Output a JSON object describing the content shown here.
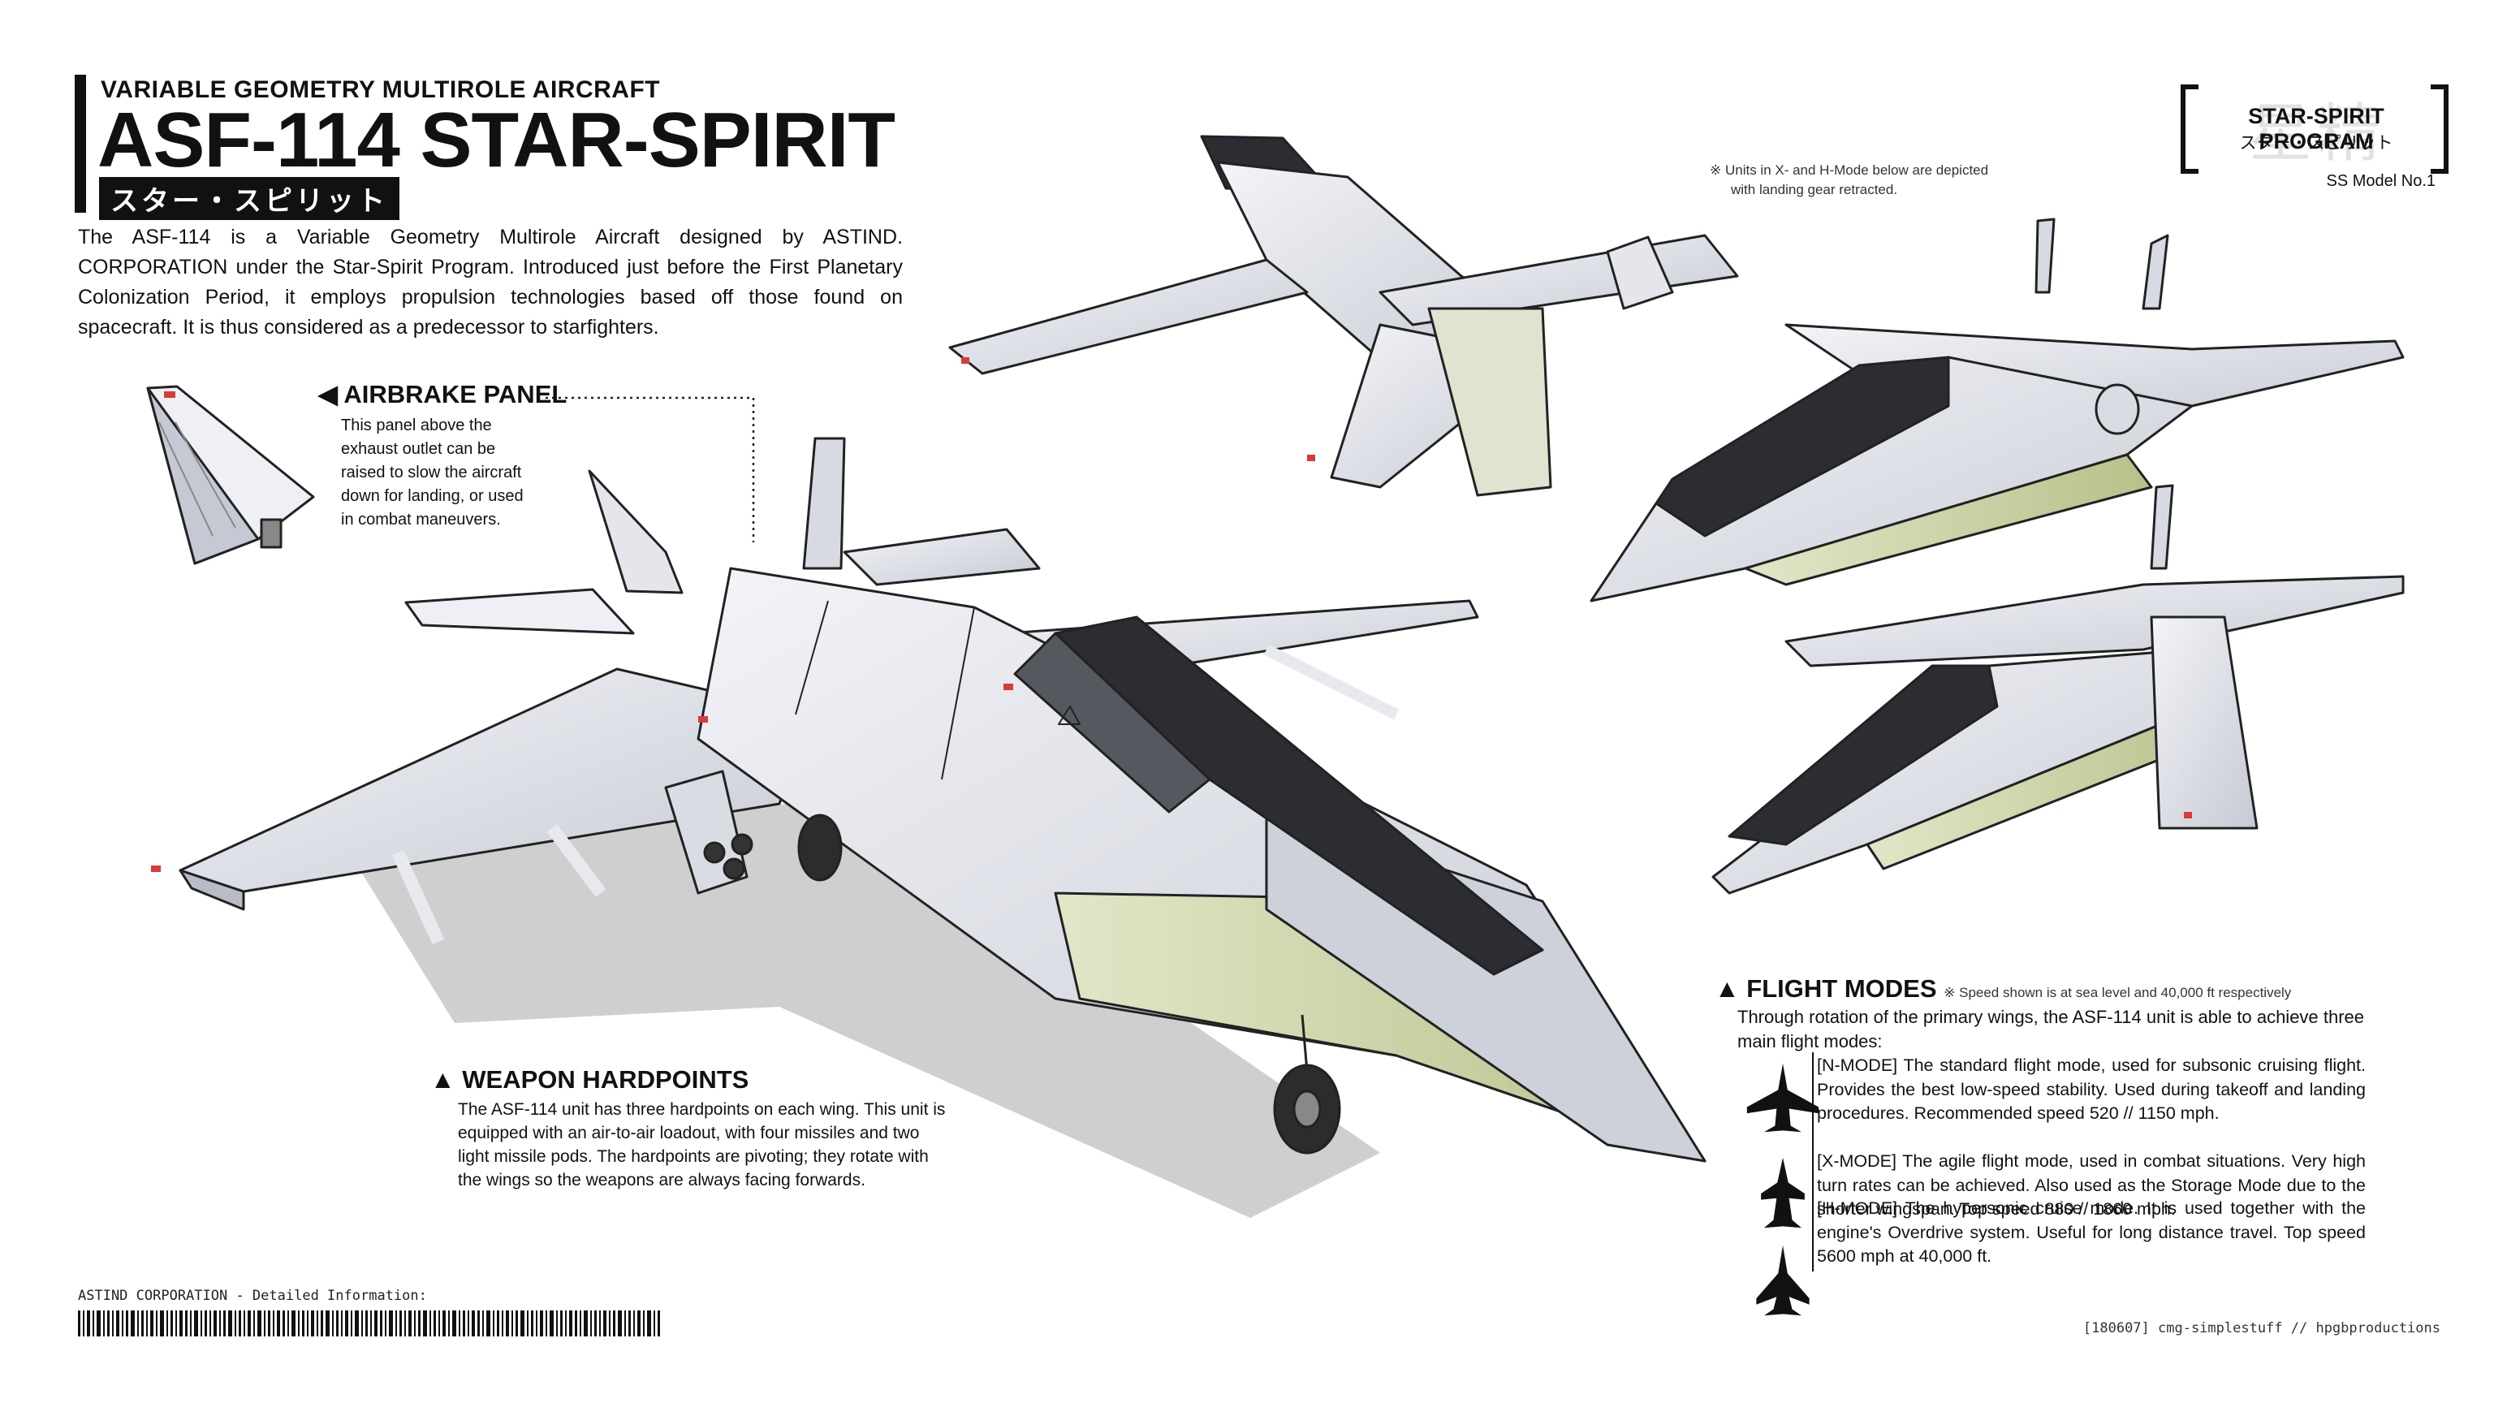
{
  "header": {
    "subtitle": "VARIABLE GEOMETRY MULTIROLE AIRCRAFT",
    "title": "ASF-114 STAR-SPIRIT",
    "jp_name": "スター・スピリット",
    "intro": "The ASF-114 is a Variable Geometry Multirole Aircraft designed by ASTIND. CORPORATION under the Star-Spirit Program. Introduced just before the First Planetary Colonization Period, it employs propulsion technologies based off those found on spacecraft. It is thus considered as a predecessor to starfighters."
  },
  "program": {
    "bg_kanji": "星精",
    "name": "STAR-SPIRIT PROGRAM",
    "name_jp": "スター・スピリット",
    "model_no": "SS Model No.1"
  },
  "units_note": {
    "line1": "※ Units in X- and H-Mode below are depicted",
    "line2": "with landing gear retracted."
  },
  "airbrake": {
    "title": "AIRBRAKE PANEL",
    "line1": "This panel above the",
    "line2": "exhaust outlet can be",
    "line3": "raised to slow the aircraft",
    "line4": "down for landing, or used",
    "line5": "in combat maneuvers."
  },
  "weapons": {
    "title": "WEAPON HARDPOINTS",
    "line1": "The ASF-114 unit has three hardpoints on each wing. This unit is",
    "line2": "equipped with an air-to-air loadout, with four missiles and two",
    "line3": "light missile pods. The hardpoints are pivoting; they rotate with",
    "line4": "the wings so the weapons are always facing forwards."
  },
  "flight_modes": {
    "title": "FLIGHT MODES",
    "note": "※ Speed shown is at sea level and 40,000 ft respectively",
    "intro": "Through rotation of the primary wings, the ASF-114 unit is able to achieve three main flight modes:",
    "modes": [
      {
        "icon": "n-mode-silhouette-icon",
        "text": "[N-MODE] The standard flight mode, used for subsonic cruising flight. Provides the best low-speed stability. Used during takeoff and landing procedures. Recommended speed 520 // 1150 mph."
      },
      {
        "icon": "x-mode-silhouette-icon",
        "text": "[X-MODE] The agile flight mode, used in combat situations. Very high turn rates can be achieved. Also used as the Storage Mode due to the shorter wingspan. Top speed 880 // 1860 mph."
      },
      {
        "icon": "h-mode-silhouette-icon",
        "text": "[H-MODE] The hypersonic cruise mode. It is used together with the engine's Overdrive system. Useful for long distance travel. Top speed 5600 mph at 40,000 ft."
      }
    ]
  },
  "footer": {
    "left": "ASTIND CORPORATION - Detailed Information:",
    "right": "[180607] cmg-simplestuff // hpgbproductions"
  },
  "colors": {
    "ink": "#111111",
    "hull_light": "#e6e8ef",
    "hull_mid": "#c9ccd6",
    "canopy": "#2b2d33",
    "olive": "#c8cfa6",
    "marker_red": "#d93a3a"
  }
}
